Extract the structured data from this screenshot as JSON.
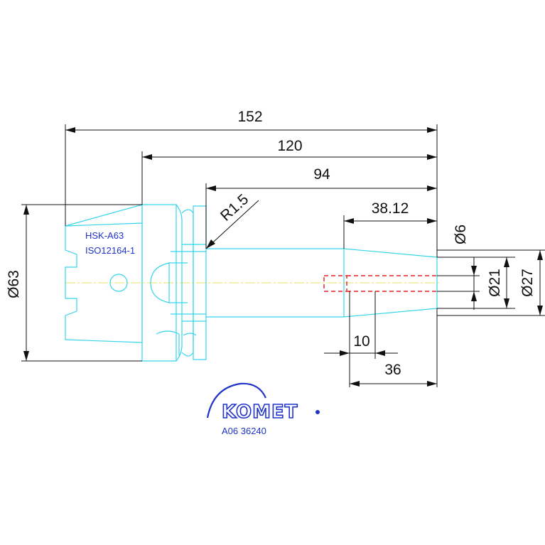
{
  "dimensions": {
    "overall_length": "152",
    "shank_length": "120",
    "tool_length": "94",
    "taper_length": "38.12",
    "radius": "R1.5",
    "flange_diameter": "Ø63",
    "bore_small": "Ø6",
    "bore_mid": "Ø21",
    "bore_outer": "Ø27",
    "bore_depth": "10",
    "tip_length": "36"
  },
  "notes": {
    "interface": "HSK-A63",
    "standard": "ISO12164-1"
  },
  "logo": {
    "brand": "KOMET",
    "brand_color": "#1f33c8"
  },
  "part_number": "A06 36240",
  "colors": {
    "outline": "#35d4ea",
    "centerline": "#e8e060",
    "hidden": "#e02020",
    "dimension": "#111111",
    "text_blue": "#1f33c8"
  }
}
